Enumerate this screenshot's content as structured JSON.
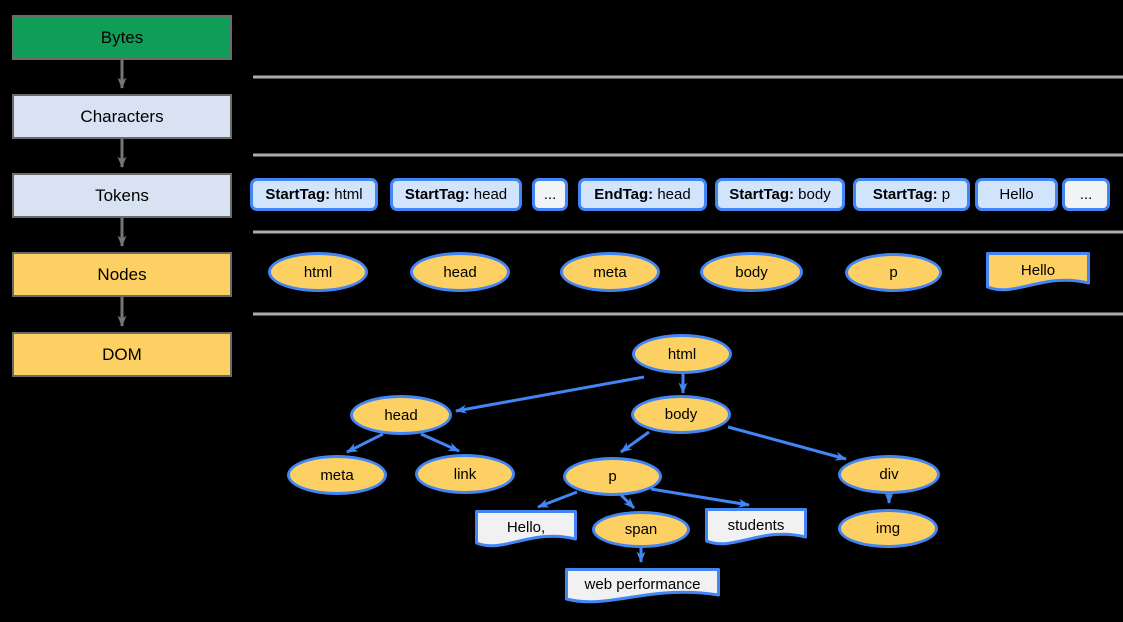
{
  "colors": {
    "background": "#000000",
    "green": "#0F9D58",
    "stage_lightblue": "#D8E2F2",
    "stage_yellow": "#FCD062",
    "stage_border": "#6B6B6B",
    "token_fill": "#D2E3FC",
    "dots_fill": "#F1F3F4",
    "node_yellow": "#FCD062",
    "textbox_fill": "#F1F1F1",
    "blue": "#4285F4",
    "separator_gray": "#ACACAC",
    "arrow_gray": "#757575",
    "text": "#000000"
  },
  "pipeline": {
    "stages": [
      {
        "id": "bytes",
        "label": "Bytes",
        "fill": "green"
      },
      {
        "id": "characters",
        "label": "Characters",
        "fill": "lightblue"
      },
      {
        "id": "tokens",
        "label": "Tokens",
        "fill": "lightblue"
      },
      {
        "id": "nodes",
        "label": "Nodes",
        "fill": "yellow"
      },
      {
        "id": "dom",
        "label": "DOM",
        "fill": "yellow"
      }
    ]
  },
  "tokens_row": {
    "items": [
      {
        "id": "starttag-html",
        "bold": "StartTag:",
        "text": "html",
        "fill": "token"
      },
      {
        "id": "starttag-head",
        "bold": "StartTag:",
        "text": "head",
        "fill": "token"
      },
      {
        "id": "ellipsis-1",
        "bold": "",
        "text": "...",
        "fill": "dots"
      },
      {
        "id": "endtag-head",
        "bold": "EndTag:",
        "text": "head",
        "fill": "token"
      },
      {
        "id": "starttag-body",
        "bold": "StartTag:",
        "text": "body",
        "fill": "token"
      },
      {
        "id": "starttag-p",
        "bold": "StartTag:",
        "text": "p",
        "fill": "token"
      },
      {
        "id": "hello",
        "bold": "",
        "text": "Hello",
        "fill": "token"
      },
      {
        "id": "ellipsis-2",
        "bold": "",
        "text": "...",
        "fill": "dots"
      }
    ]
  },
  "nodes_row": {
    "items": [
      {
        "id": "html",
        "label": "html",
        "shape": "ellipse"
      },
      {
        "id": "head",
        "label": "head",
        "shape": "ellipse"
      },
      {
        "id": "meta",
        "label": "meta",
        "shape": "ellipse"
      },
      {
        "id": "body",
        "label": "body",
        "shape": "ellipse"
      },
      {
        "id": "p",
        "label": "p",
        "shape": "ellipse"
      },
      {
        "id": "hello",
        "label": "Hello",
        "shape": "doc"
      }
    ]
  },
  "dom_tree": {
    "nodes": [
      {
        "id": "html",
        "label": "html",
        "shape": "ellipse"
      },
      {
        "id": "head",
        "label": "head",
        "shape": "ellipse"
      },
      {
        "id": "body",
        "label": "body",
        "shape": "ellipse"
      },
      {
        "id": "meta",
        "label": "meta",
        "shape": "ellipse"
      },
      {
        "id": "link",
        "label": "link",
        "shape": "ellipse"
      },
      {
        "id": "p",
        "label": "p",
        "shape": "ellipse"
      },
      {
        "id": "div",
        "label": "div",
        "shape": "ellipse"
      },
      {
        "id": "hello-text",
        "label": "Hello,",
        "shape": "doc"
      },
      {
        "id": "span",
        "label": "span",
        "shape": "ellipse"
      },
      {
        "id": "students",
        "label": "students",
        "shape": "doc"
      },
      {
        "id": "img",
        "label": "img",
        "shape": "ellipse"
      },
      {
        "id": "web-performance",
        "label": "web performance",
        "shape": "doc"
      }
    ],
    "edges": [
      {
        "from": "html",
        "to": "head"
      },
      {
        "from": "html",
        "to": "body"
      },
      {
        "from": "head",
        "to": "meta"
      },
      {
        "from": "head",
        "to": "link"
      },
      {
        "from": "body",
        "to": "p"
      },
      {
        "from": "body",
        "to": "div"
      },
      {
        "from": "p",
        "to": "hello-text"
      },
      {
        "from": "p",
        "to": "span"
      },
      {
        "from": "p",
        "to": "students"
      },
      {
        "from": "span",
        "to": "web-performance"
      },
      {
        "from": "div",
        "to": "img"
      }
    ]
  }
}
